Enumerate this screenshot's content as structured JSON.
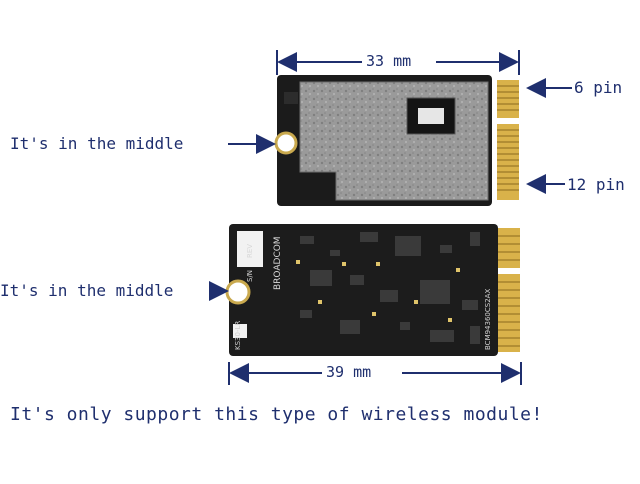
{
  "annotations": {
    "top_width": "33 mm",
    "bottom_width": "39 mm",
    "pin_upper": "6 pin",
    "pin_lower": "12 pin",
    "middle_top": "It's in the middle",
    "middle_bottom": "It's in the middle",
    "note": "It's only support this type of wireless module!"
  },
  "card_back": {
    "brand": "BROADCOM",
    "rev": "REV",
    "sn": "S/N",
    "chip_code": "BCM94360CS2AX",
    "part_code": "KS30-LR"
  },
  "colors": {
    "arrow": "#1f2f6e",
    "gold_contact": "#d9b24a",
    "pcb": "#1c1c1c",
    "shield": "#9c9c9c"
  }
}
